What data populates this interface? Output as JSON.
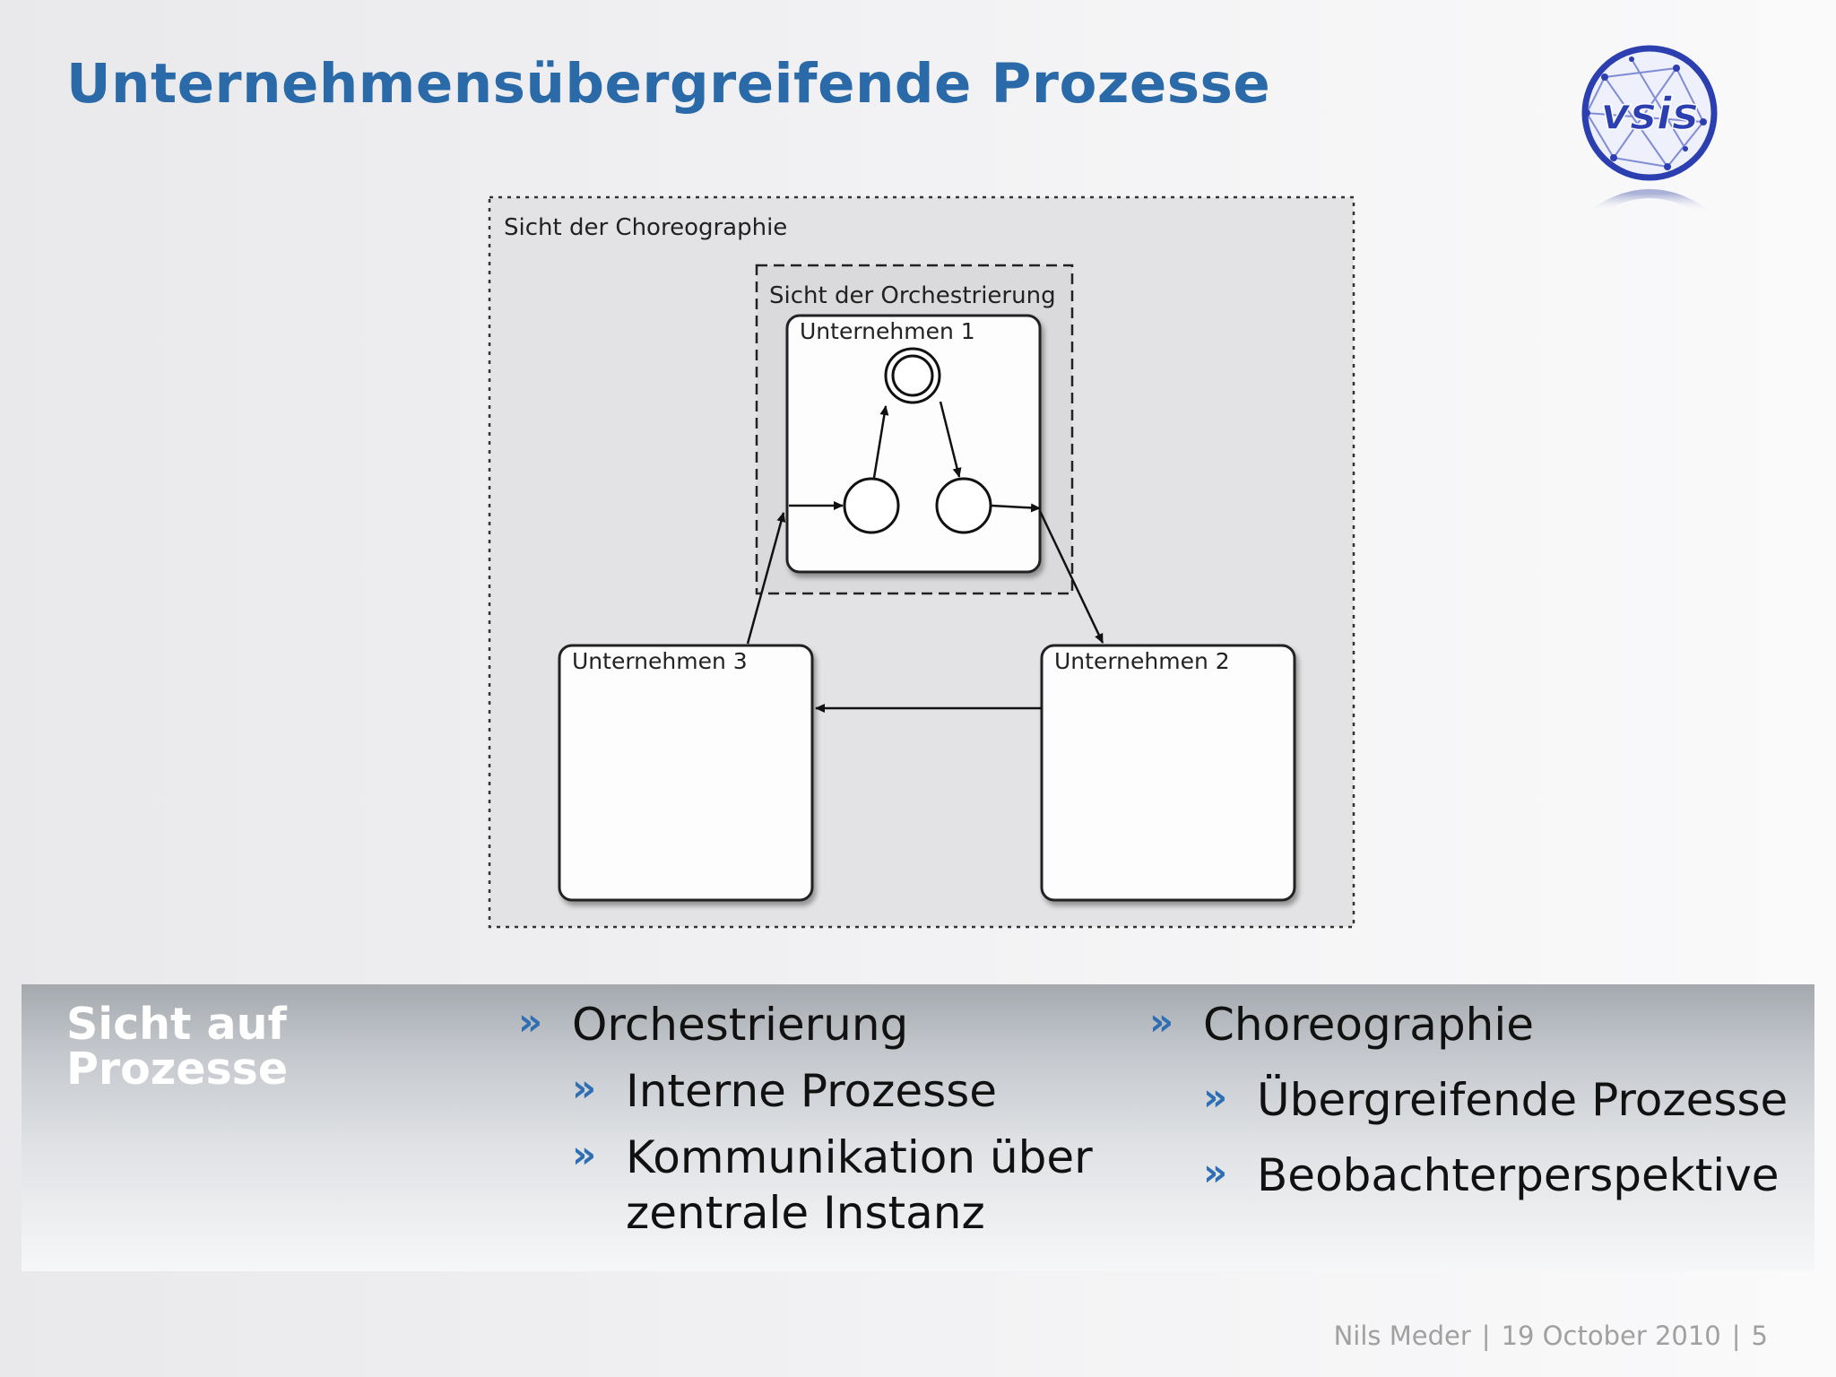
{
  "slide": {
    "title": "Unternehmensübergreifende Prozesse"
  },
  "logo": {
    "text": "vsis"
  },
  "diagram": {
    "outer_label": "Sicht der Choreographie",
    "inner_label": "Sicht der Orchestrierung",
    "box1": "Unternehmen 1",
    "box2": "Unternehmen 2",
    "box3": "Unternehmen 3"
  },
  "band": {
    "title_line1": "Sicht auf",
    "title_line2": "Prozesse"
  },
  "left_column": {
    "heading": "Orchestrierung",
    "items": [
      "Interne Prozesse",
      "Kommunikation über",
      "zentrale Instanz"
    ]
  },
  "right_column": {
    "heading": "Choreographie",
    "items": [
      "Übergreifende Prozesse",
      "Beobachterperspektive"
    ]
  },
  "bullet_glyph": "»",
  "footer": {
    "author": "Nils Meder",
    "separator": "|",
    "date": "19 October 2010",
    "page": "5"
  },
  "colors": {
    "title": "#2a6aa8",
    "bullet": "#2e6fb3",
    "logo_blue": "#2b3fb0"
  }
}
